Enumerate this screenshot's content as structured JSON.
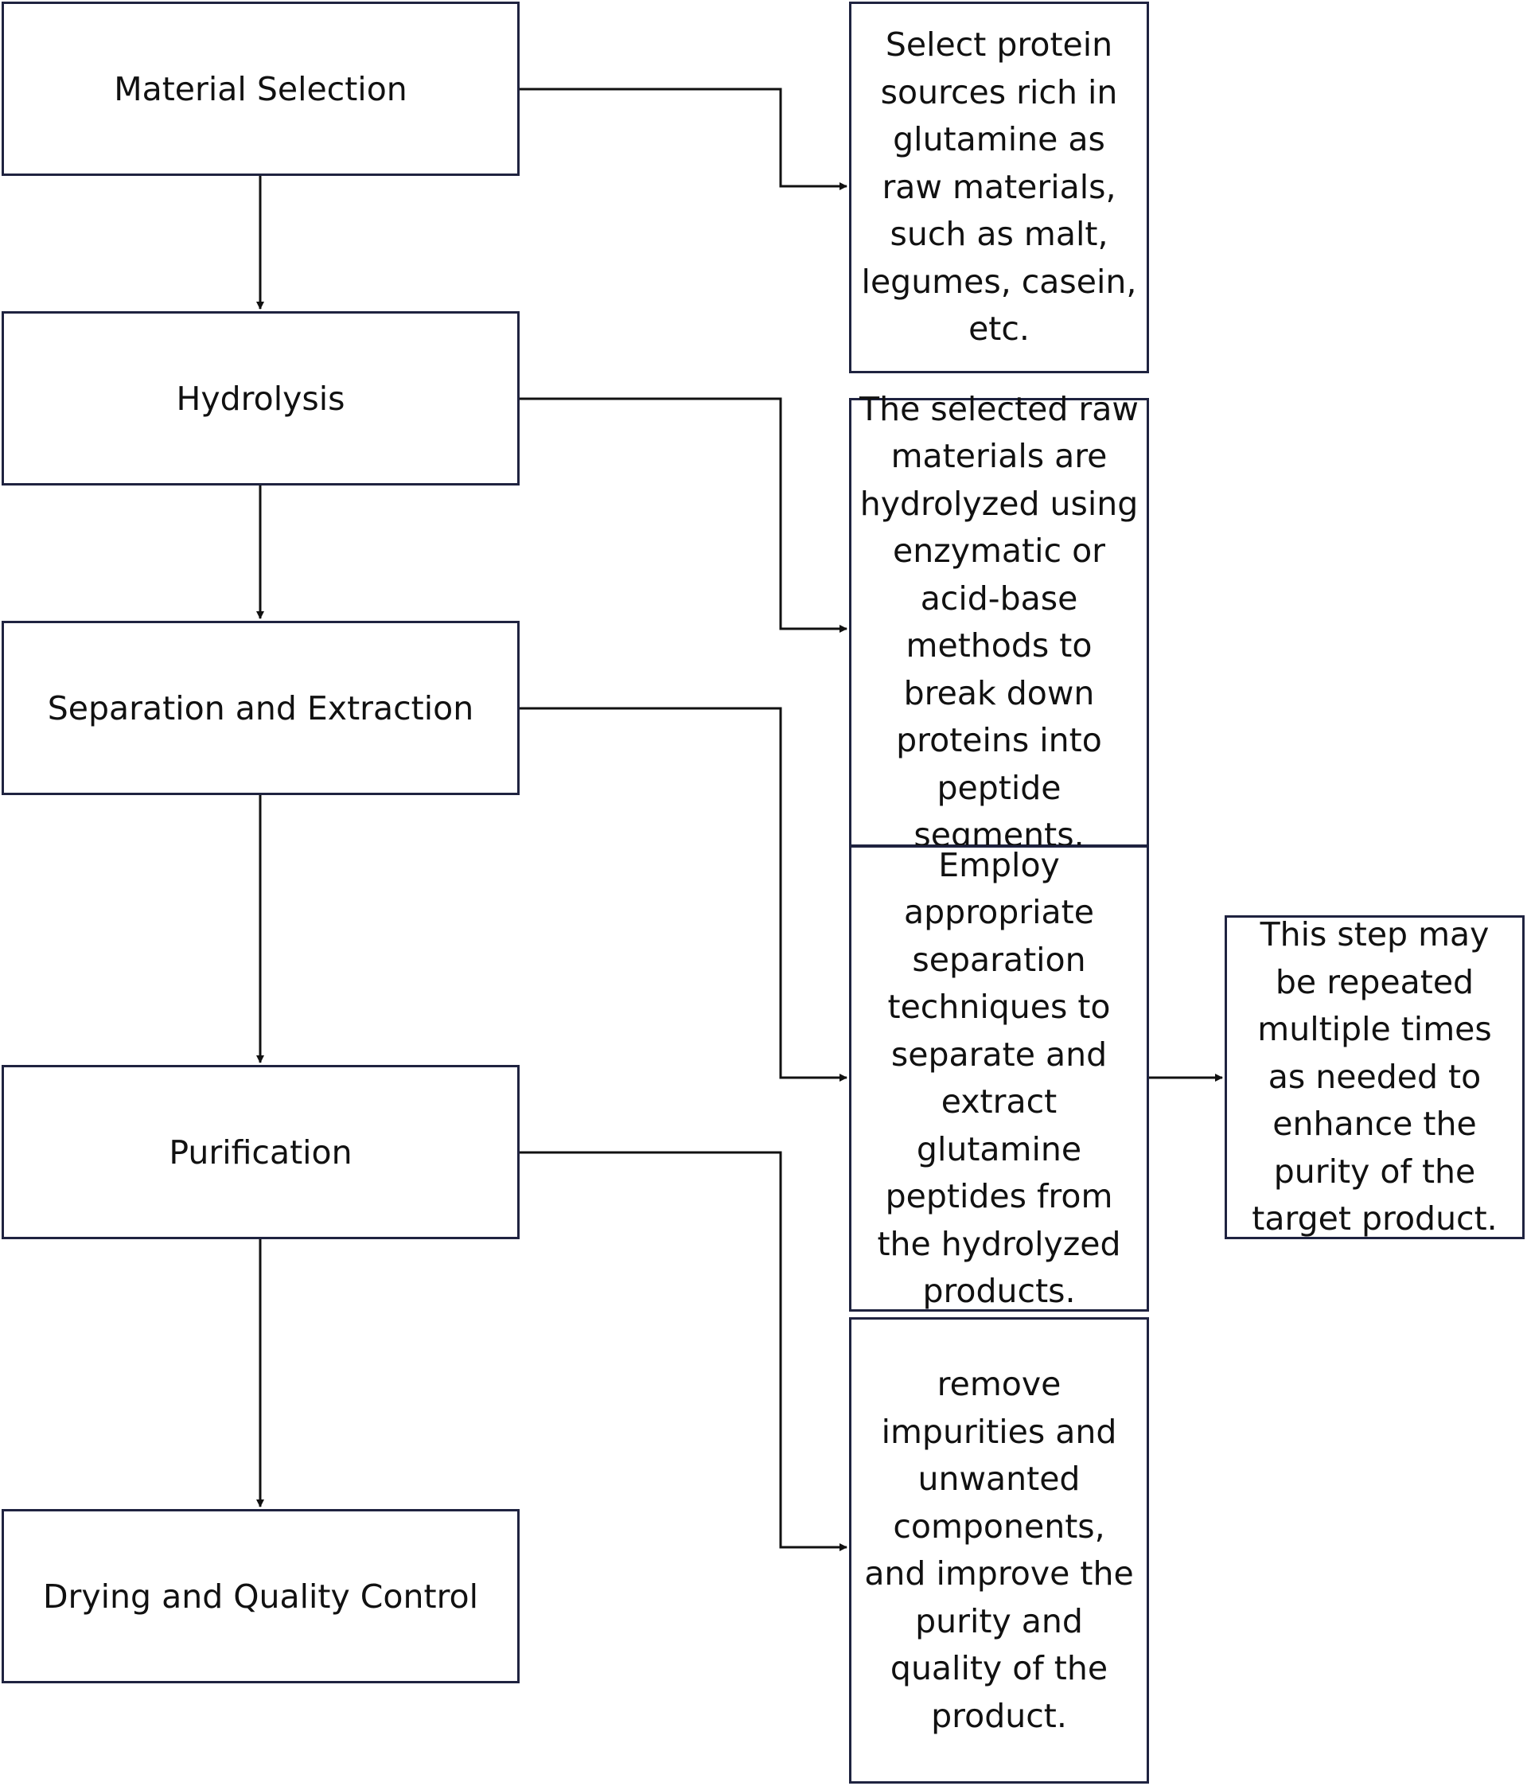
{
  "steps": [
    {
      "label": "Material Selection"
    },
    {
      "label": "Hydrolysis"
    },
    {
      "label": "Separation and Extraction"
    },
    {
      "label": "Purification"
    },
    {
      "label": "Drying and Quality Control"
    }
  ],
  "notes": [
    {
      "text": "Select protein sources rich in glutamine as raw materials, such as malt, legumes, casein, etc."
    },
    {
      "text": "The selected raw materials are hydrolyzed using enzymatic or acid-base methods to break down proteins into peptide segments."
    },
    {
      "text": "Employ appropriate separation techniques to separate and extract glutamine peptides from the hydrolyzed products."
    },
    {
      "text": "remove impurities and unwanted components, and improve the purity and quality of the product."
    },
    {
      "text": "This step may be repeated multiple times as needed to enhance the purity of the target product."
    }
  ],
  "colors": {
    "line": "#111111",
    "border": "#1f2340"
  }
}
